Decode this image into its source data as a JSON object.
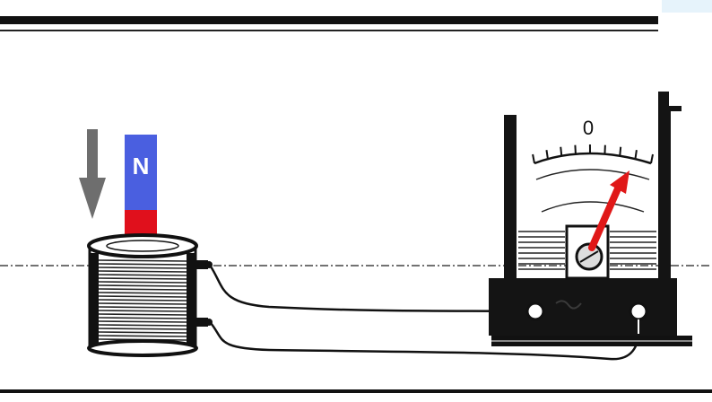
{
  "diagram": {
    "magnet": {
      "north_label": "N",
      "north_color": "#4a5fe0",
      "south_color": "#e0101c"
    },
    "motion_arrow": {
      "direction": "down",
      "color": "#6e6e6e"
    },
    "galvanometer": {
      "zero_label": "0",
      "needle_color": "#e01818"
    },
    "colors": {
      "ink": "#111111",
      "paper": "#ffffff"
    }
  }
}
